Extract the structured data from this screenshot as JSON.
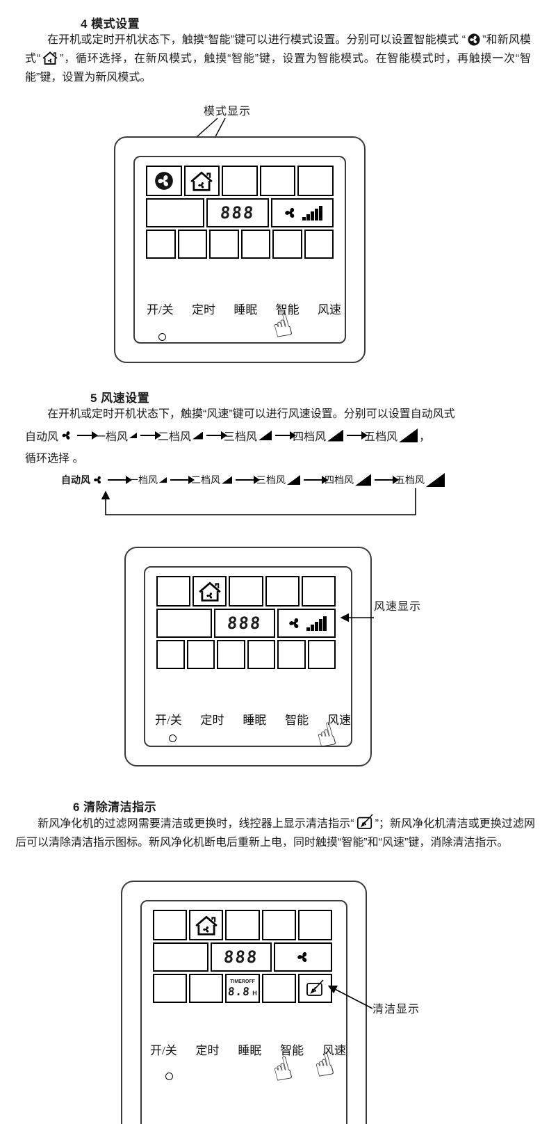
{
  "sections": {
    "s4": {
      "heading": "4 模式设置",
      "p1": "在开机或定时开机状态下，触摸“智能”键可以进行模式设置。分别可以设置智能模式 “",
      "mid": "”和新风模式“",
      "p2": "”，循环选择，在新风模式，触摸“智能”键，设置为智能模式。在智能模式时，再触摸一次“智能”键，设置为新风模式。"
    },
    "s5": {
      "heading": "5 风速设置",
      "p1": "在开机或定时开机状态下，触摸“风速”键可以进行风速设置。分别可以设置自动风式",
      "comma": "，",
      "p2": "循环选择 。"
    },
    "s6": {
      "heading": "6 清除清洁指示",
      "p1": "新风净化机的过滤网需要清洁或更换时，线控器上显示清洁指示“",
      "p2": "”；新风净化机清洁或更换过滤网后可以清除清洁指示图标。新风净化机断电后重新上电，同时触摸“智能”和“风速”键，消除清洁指示。"
    }
  },
  "speed_flow": {
    "steps": [
      {
        "label": "自动风",
        "icon": "fan",
        "bars": 0
      },
      {
        "label": "一档风",
        "icon": "ramp",
        "bars": 1
      },
      {
        "label": "二档风",
        "icon": "ramp",
        "bars": 2
      },
      {
        "label": "三档风",
        "icon": "ramp",
        "bars": 3
      },
      {
        "label": "四档风",
        "icon": "ramp",
        "bars": 4
      },
      {
        "label": "五档风",
        "icon": "ramp",
        "bars": 5
      }
    ]
  },
  "callouts": {
    "mode": "模式显示",
    "speed": "风速显示",
    "clean": "清洁显示"
  },
  "panel": {
    "buttons": [
      "开/关",
      "定时",
      "睡眠",
      "智能",
      "风速"
    ],
    "lcd_digits": "888",
    "timer_label": "TIMER",
    "off_label": "OFF",
    "hour_digits": "8.8",
    "hour_unit": "H"
  }
}
